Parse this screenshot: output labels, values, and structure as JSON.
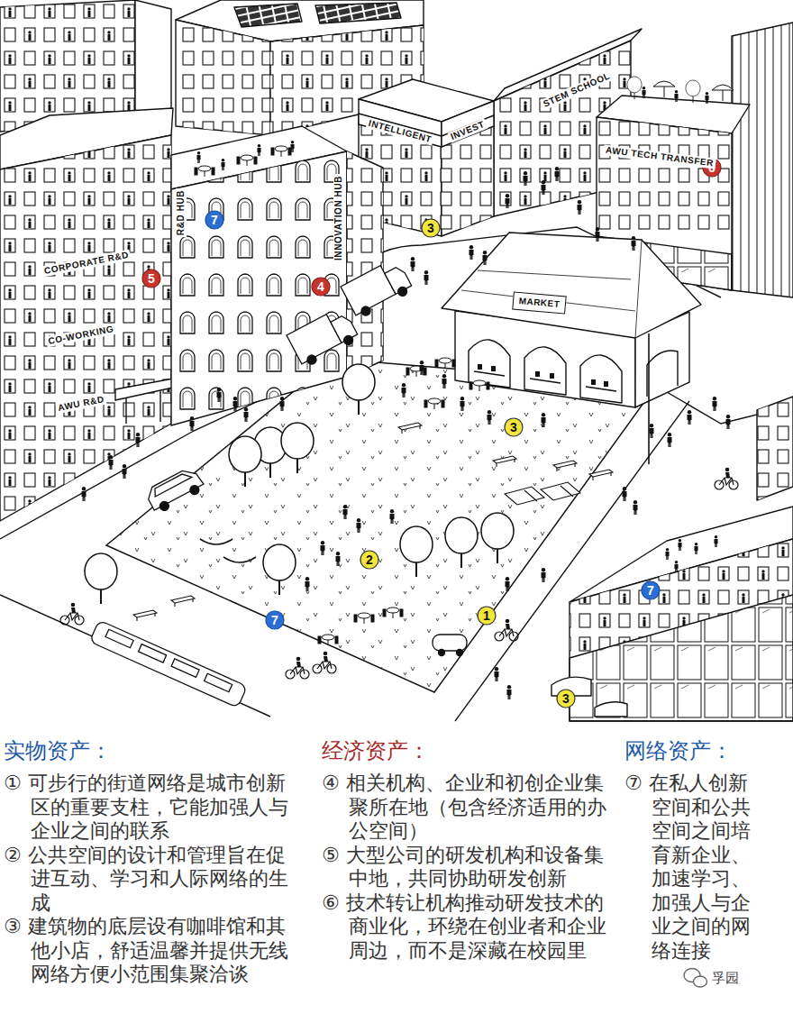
{
  "diagram": {
    "nodes": [
      {
        "text": [
          "6"
        ]
      },
      {
        "text": [
          "7"
        ]
      },
      {
        "text": [
          "3"
        ]
      },
      {
        "text": [
          "5"
        ]
      },
      {
        "text": [
          "4"
        ]
      },
      {
        "text": [
          "MARKET"
        ]
      },
      {
        "text": [
          "3"
        ]
      },
      {
        "text": [
          "2"
        ]
      },
      {
        "text": [
          "7"
        ]
      },
      {
        "text": [
          "1"
        ]
      },
      {
        "text": [
          "7"
        ]
      },
      {
        "text": [
          "3"
        ]
      }
    ],
    "labels": [
      "INTELLIGENT",
      "INVEST",
      "STEM SCHOOL",
      "R&D HUB",
      "AWU TECH TRANSFER",
      "INNOVATION HUB",
      "CORPORATE R&D",
      "CO-WORKING",
      "AWU R&D",
      "实物资产：",
      "① 可步行的街道网络是城市创新区的重要支柱，它能加强人与企业之间的联系",
      "② 公共空间的设计和管理旨在促进互动、学习和人际网络的生成",
      "③ 建筑物的底层设有咖啡馆和其他小店，舒适温馨并提供无线网络方便小范围集聚洽谈",
      "经济资产：",
      "④ 相关机构、企业和初创企业集聚所在地（包含经济适用的办公空间）",
      "⑤ 大型公司的研发机构和设备集中地，共同协助研发创新",
      "⑥ 技术转让机构推动研发技术的商业化，环绕在创业者和企业周边，而不是深藏在校园里",
      "网络资产：",
      "⑦ 在私人创新空间和公共空间之间培育新企业、加速学习、加强人与企业之间的网络连接",
      "孚园"
    ]
  }
}
